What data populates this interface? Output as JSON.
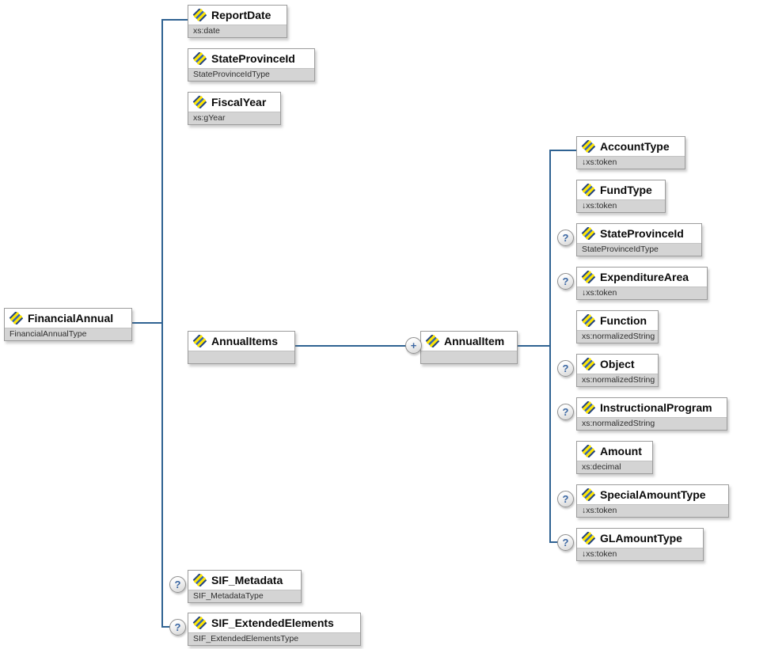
{
  "root": {
    "label": "FinancialAnnual",
    "type": "FinancialAnnualType"
  },
  "children": [
    {
      "label": "ReportDate",
      "type": "xs:date"
    },
    {
      "label": "StateProvinceId",
      "type": "StateProvinceIdType"
    },
    {
      "label": "FiscalYear",
      "type": "xs:gYear"
    },
    {
      "label": "AnnualItems",
      "type": ""
    },
    {
      "label": "SIF_Metadata",
      "type": "SIF_MetadataType",
      "optional": true
    },
    {
      "label": "SIF_ExtendedElements",
      "type": "SIF_ExtendedElementsType",
      "optional": true
    }
  ],
  "item": {
    "label": "AnnualItem",
    "type": ""
  },
  "item_children": [
    {
      "label": "AccountType",
      "type": "↓xs:token"
    },
    {
      "label": "FundType",
      "type": "↓xs:token"
    },
    {
      "label": "StateProvinceId",
      "type": "StateProvinceIdType",
      "optional": true
    },
    {
      "label": "ExpenditureArea",
      "type": "↓xs:token",
      "optional": true
    },
    {
      "label": "Function",
      "type": "xs:normalizedString"
    },
    {
      "label": "Object",
      "type": "xs:normalizedString",
      "optional": true
    },
    {
      "label": "InstructionalProgram",
      "type": "xs:normalizedString",
      "optional": true
    },
    {
      "label": "Amount",
      "type": "xs:decimal"
    },
    {
      "label": "SpecialAmountType",
      "type": "↓xs:token",
      "optional": true
    },
    {
      "label": "GLAmountType",
      "type": "↓xs:token",
      "optional": true
    }
  ],
  "badges": {
    "optional": "?",
    "repeats": "+"
  },
  "colors": {
    "connector": "#2f6292",
    "box_border": "#9c9c9c",
    "type_band": "#d4d4d4",
    "icon_yellow": "#ffe600",
    "icon_blue": "#3766ab",
    "icon_navy": "#24457e",
    "badge_glyph": "#3b67a3"
  }
}
